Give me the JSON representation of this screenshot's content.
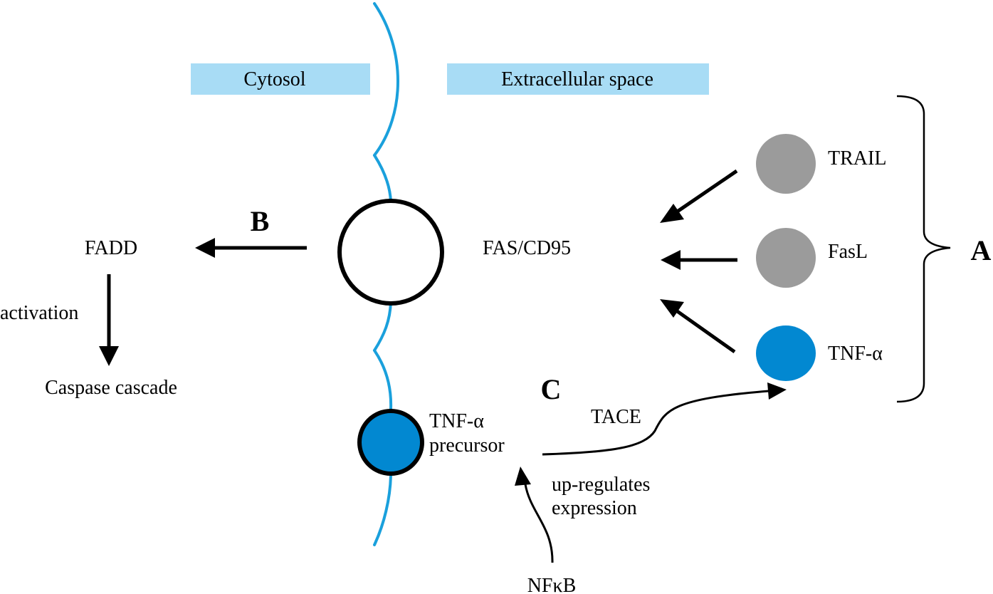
{
  "colors": {
    "membrane": "#1aa0dc",
    "region_bar": "#a8dcf5",
    "ligand_gray": "#9b9b9b",
    "tnf_blue": "#0288d1",
    "ink": "#000000"
  },
  "regions": {
    "cytosol": "Cytosol",
    "extracellular": "Extracellular space"
  },
  "receptor": {
    "label": "FAS/CD95"
  },
  "ligands": [
    {
      "id": "trail",
      "label": "TRAIL",
      "color": "gray"
    },
    {
      "id": "fasl",
      "label": "FasL",
      "color": "gray"
    },
    {
      "id": "tnf",
      "label": "TNF-α",
      "color": "blue"
    }
  ],
  "group_labels": {
    "a": "A",
    "b": "B",
    "c": "C"
  },
  "cytosol_pathway": {
    "fadd": "FADD",
    "activation": "activation",
    "caspase": "Caspase cascade"
  },
  "precursor": {
    "line1": "TNF-α",
    "line2": "precursor"
  },
  "tace": "TACE",
  "regulation": {
    "line1": "up-regulates",
    "line2": "expression",
    "source": "NFκB"
  }
}
